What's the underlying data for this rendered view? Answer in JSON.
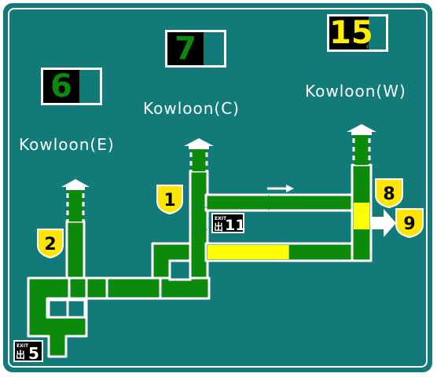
{
  "stations": [
    {
      "name": "Kowloon(E)",
      "minutes": "6",
      "minutes_color": "#0c8a0c"
    },
    {
      "name": "Kowloon(C)",
      "minutes": "7",
      "minutes_color": "#0c8a0c"
    },
    {
      "name": "Kowloon(W)",
      "minutes": "15",
      "minutes_color": "#ffee00"
    }
  ],
  "minutes_unit": "mins",
  "exit_word": "EXIT",
  "exit_char": "出",
  "exits": [
    {
      "number": "11"
    },
    {
      "number": "5"
    }
  ],
  "markers": [
    "1",
    "2",
    "8",
    "9"
  ],
  "colors": {
    "background": "#127a79",
    "path_green": "#0b8a0b",
    "path_yellow": "#ffff00",
    "marker_yellow": "#ffe600",
    "border": "#ffffff"
  }
}
